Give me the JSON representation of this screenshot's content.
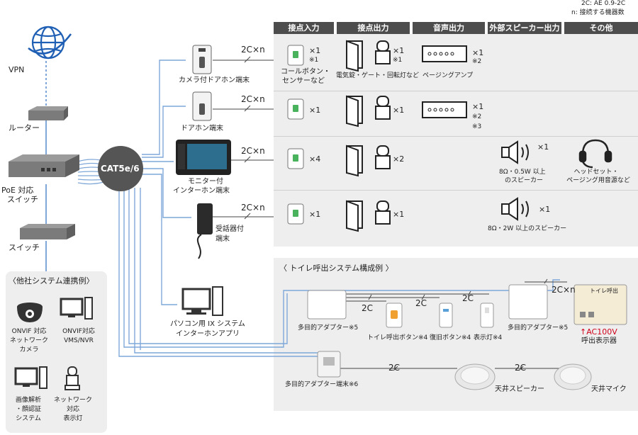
{
  "legend": {
    "line1": "2C: AE 0.9-2C",
    "line2": "n: 接続する機器数"
  },
  "headers": [
    "接点入力",
    "接点出力",
    "音声出力",
    "外部スピーカー出力",
    "その他"
  ],
  "network": {
    "vpn": "VPN",
    "router": "ルーター",
    "poe_switch": [
      "PoE 対応",
      "スイッチ"
    ],
    "switch": "スイッチ",
    "cat": "CAT5e/6"
  },
  "cable": {
    "n": "2C×n",
    "two": "2C"
  },
  "terminals": {
    "camera_door": "カメラ付ドアホン端末",
    "door": "ドアホン端末",
    "monitor": [
      "モニター付",
      "インターホン端末"
    ],
    "handset": [
      "受話器付",
      "端末"
    ],
    "pc": [
      "パソコン用 IX システム",
      "インターホンアプリ"
    ]
  },
  "rows": {
    "r1": {
      "in_qty": "×1",
      "in_note": "※1",
      "in_label": [
        "コールボタン・",
        "センサーなど"
      ],
      "out_qty": "×1",
      "out_note": "※1",
      "out_label": "電気錠・ゲート・回転灯など",
      "amp_qty": "×1",
      "amp_note": "※2",
      "amp_label": "ページングアンプ"
    },
    "r2": {
      "in_qty": "×1",
      "out_qty": "×1",
      "amp_qty": "×1",
      "amp_note1": "※2",
      "amp_note2": "※3"
    },
    "r3": {
      "in_qty": "×4",
      "out_qty": "×2",
      "spk_qty": "×1",
      "spk_label": [
        "8Ω・0.5W 以上",
        "のスピーカー"
      ],
      "headset_label": [
        "ヘッドセット・",
        "ページング用音源など"
      ]
    },
    "r4": {
      "in_qty": "×1",
      "out_qty": "×1",
      "spk_qty": "×1",
      "spk_label": "8Ω・2W 以上のスピーカー"
    }
  },
  "other_systems": {
    "title": "〈他社システム連携例〉",
    "onvif_camera": [
      "ONVIF 対応",
      "ネットワーク",
      "カメラ"
    ],
    "onvif_vms": [
      "ONVIF対応",
      "VMS/NVR"
    ],
    "analysis": [
      "画像解析",
      "・顔認証",
      "システム"
    ],
    "net_lamp": [
      "ネットワーク",
      "対応",
      "表示灯"
    ]
  },
  "toilet": {
    "title": "〈 トイレ呼出システム構成例 〉",
    "adapter_left": "多目的アダプター※5",
    "call_button": "トイレ呼出ボタン※4",
    "reset_button": "復旧ボタン※4",
    "lamp": "表示灯※4",
    "adapter_right": "多目的アダプター※5",
    "ac": "↑AC100V",
    "display": "呼出表示器",
    "display_panel_text": "トイレ呼出",
    "adapter_terminal": "多目的アダプター端末※6",
    "ceiling_speaker": "天井スピーカー",
    "ceiling_mic": "天井マイク"
  },
  "colors": {
    "line_blue": "#7fa7d8",
    "header_bg": "#4d4d4d",
    "panel_bg": "#eeeeee",
    "hub_bg": "#555555",
    "ac_red": "#d0021b"
  }
}
